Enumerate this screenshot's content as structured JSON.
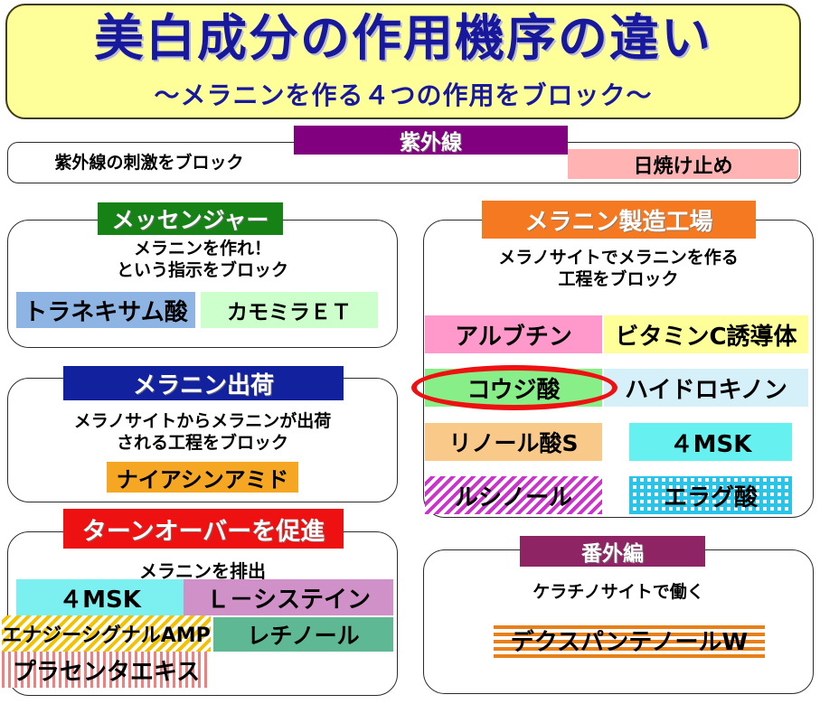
{
  "banner": {
    "title": "美白成分の作用機序の違い",
    "subtitle": "〜メラニンを作る４つの作用をブロック〜",
    "bg_color": "#FFFF99",
    "text_color": "#18189C"
  },
  "uv_section": {
    "header": "紫外線",
    "header_color": "#800080",
    "description": "紫外線の刺激をブロック",
    "items": [
      {
        "label": "日焼け止め",
        "color": "#FFB3B3"
      }
    ]
  },
  "sections": [
    {
      "id": "messenger",
      "header": "メッセンジャー",
      "header_color": "#168216",
      "description": "メラニンを作れ！\nという指示をブロック",
      "description_line1": "メラニンを作れ！",
      "description_line2": "という指示をブロック",
      "items": [
        {
          "label": "トラネキサム酸",
          "color": "#8DB4E2"
        },
        {
          "label": "カモミラＥＴ",
          "color": "#CCFFCC"
        }
      ]
    },
    {
      "id": "melanin-factory",
      "header": "メラニン製造工場",
      "header_color": "#F47920",
      "description_line1": "メラノサイトでメラニンを作る",
      "description_line2": "工程をブロック",
      "items": [
        {
          "label": "アルブチン",
          "color": "#FF99CC"
        },
        {
          "label": "ビタミンC誘導体",
          "color": "#FFFF99"
        },
        {
          "label": "コウジ酸",
          "color": "#88EE88",
          "highlighted": true
        },
        {
          "label": "ハイドロキノン",
          "color": "#D6F0FA"
        },
        {
          "label": "リノール酸S",
          "color": "#F9C98A"
        },
        {
          "label": "４MSK",
          "color": "#66F0F0"
        },
        {
          "label": "ルシノール",
          "color": "#CC33CC",
          "pattern": "diagonal-stripes"
        },
        {
          "label": "エラグ酸",
          "color": "#29C5E8",
          "pattern": "checkered"
        }
      ]
    },
    {
      "id": "melanin-shipping",
      "header": "メラニン出荷",
      "header_color": "#12219E",
      "description_line1": "メラノサイトからメラニンが出荷",
      "description_line2": "される工程をブロック",
      "items": [
        {
          "label": "ナイアシンアミド",
          "color": "#F5A623"
        }
      ]
    },
    {
      "id": "turnover",
      "header": "ターンオーバーを促進",
      "header_color": "#EE1111",
      "description_line1": "メラニンを排出",
      "items": [
        {
          "label": "４MSK",
          "color": "#7CF0F0"
        },
        {
          "label": "Ｌ－システイン",
          "color": "#D090C8"
        },
        {
          "label": "エナジーシグナルAMP",
          "color": "#F2C200",
          "pattern": "diagonal-stripes"
        },
        {
          "label": "レチノール",
          "color": "#5FB894"
        },
        {
          "label": "プラセンタエキス",
          "color": "#F08080",
          "pattern": "vertical-stripes"
        }
      ]
    },
    {
      "id": "bonus",
      "header": "番外編",
      "header_color": "#8E2463",
      "description_line1": "ケラチノサイトで働く",
      "items": [
        {
          "label": "デクスパンテノールW",
          "color": "#E8801A",
          "pattern": "horizontal-stripes"
        }
      ]
    }
  ],
  "annotation": {
    "type": "ellipse-highlight",
    "color": "#EE1111",
    "target": "コウジ酸"
  }
}
